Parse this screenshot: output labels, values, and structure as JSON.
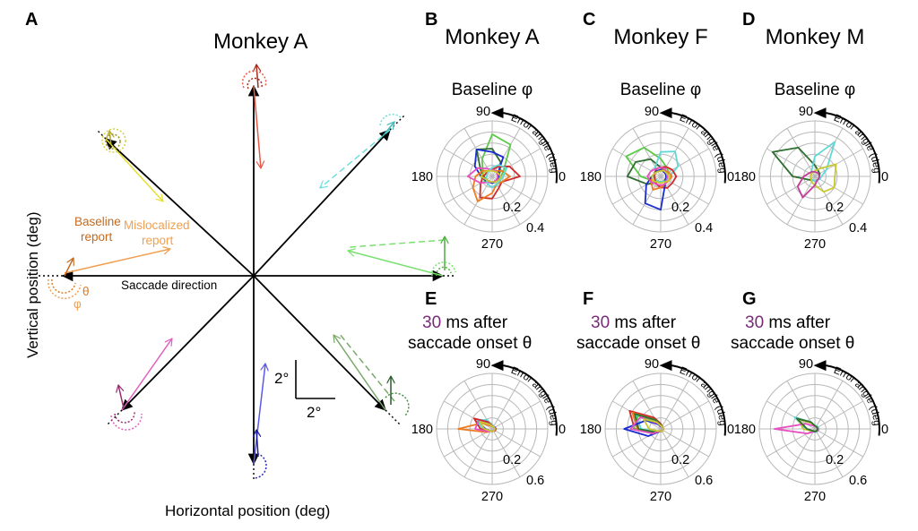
{
  "panel_labels": [
    "A",
    "B",
    "C",
    "D",
    "E",
    "F",
    "G"
  ],
  "panelA": {
    "title": "Monkey A",
    "xlabel": "Horizontal position (deg)",
    "ylabel": "Vertical position (deg)",
    "saccade_label": "Saccade direction",
    "baseline_label": [
      "Baseline",
      "report"
    ],
    "mislocalized_label": [
      "Mislocalized",
      "report"
    ],
    "theta": "θ",
    "phi": "φ",
    "scale_x": "2°",
    "scale_y": "2°",
    "colors": {
      "baseline": "#c46a1f",
      "mislocalized": "#f0a050",
      "theta": "#e07a20",
      "phi": "#f0a050"
    }
  },
  "polar": {
    "angle_ticks": [
      "90",
      "180",
      "270",
      "0"
    ],
    "error_label": "Error angle (deg)",
    "ring_count": 5,
    "spoke_deg_step": 30
  },
  "panels": [
    {
      "key": "B",
      "title": [
        "Monkey A",
        "Baseline φ"
      ],
      "rlabels": [
        "0.2",
        "0.4"
      ]
    },
    {
      "key": "C",
      "title": [
        "Monkey F",
        "Baseline φ"
      ],
      "rlabels": [
        "0.2",
        "0.4"
      ]
    },
    {
      "key": "D",
      "title": [
        "Monkey M",
        "Baseline φ"
      ],
      "rlabels": [
        "0.2",
        "0.4"
      ]
    },
    {
      "key": "E",
      "title_num": "30",
      "title": [
        " ms after",
        "saccade onset θ"
      ],
      "rlabels": [
        "0.2",
        "0.6"
      ]
    },
    {
      "key": "F",
      "title_num": "30",
      "title": [
        " ms after",
        "saccade onset θ"
      ],
      "rlabels": [
        "0.2",
        "0.6"
      ]
    },
    {
      "key": "G",
      "title_num": "30",
      "title": [
        " ms after",
        "saccade onset θ"
      ],
      "rlabels": [
        "0.2",
        "0.6"
      ]
    }
  ],
  "chart_data": [
    {
      "type": "polar-histogram",
      "panel": "B",
      "rmax": 0.5,
      "series": [
        {
          "color": "#5cc84a",
          "values": [
            0.08,
            0.12,
            0.33,
            0.38,
            0.18,
            0.1,
            0.08,
            0.08,
            0.06,
            0.06,
            0.06,
            0.06
          ]
        },
        {
          "color": "#2f6e2f",
          "values": [
            0.06,
            0.08,
            0.15,
            0.25,
            0.28,
            0.12,
            0.08,
            0.06,
            0.05,
            0.06,
            0.05,
            0.05
          ]
        },
        {
          "color": "#1a2bd0",
          "values": [
            0.06,
            0.06,
            0.2,
            0.22,
            0.28,
            0.18,
            0.1,
            0.07,
            0.06,
            0.06,
            0.06,
            0.05
          ]
        },
        {
          "color": "#d02a2a",
          "values": [
            0.25,
            0.18,
            0.1,
            0.06,
            0.06,
            0.06,
            0.08,
            0.12,
            0.22,
            0.2,
            0.12,
            0.1
          ]
        },
        {
          "color": "#f07a20",
          "values": [
            0.16,
            0.1,
            0.06,
            0.06,
            0.06,
            0.1,
            0.15,
            0.2,
            0.26,
            0.15,
            0.08,
            0.1
          ]
        },
        {
          "color": "#e84fc0",
          "values": [
            0.05,
            0.05,
            0.06,
            0.06,
            0.08,
            0.15,
            0.22,
            0.12,
            0.06,
            0.05,
            0.05,
            0.05
          ]
        },
        {
          "color": "#5fd8d8",
          "values": [
            0.1,
            0.15,
            0.12,
            0.08,
            0.06,
            0.05,
            0.05,
            0.06,
            0.08,
            0.1,
            0.08,
            0.08
          ]
        },
        {
          "color": "#c8c830",
          "values": [
            0.08,
            0.06,
            0.05,
            0.05,
            0.06,
            0.08,
            0.1,
            0.06,
            0.05,
            0.05,
            0.06,
            0.07
          ]
        }
      ]
    },
    {
      "type": "polar-histogram",
      "panel": "C",
      "rmax": 0.5,
      "series": [
        {
          "color": "#5cc84a",
          "values": [
            0.06,
            0.08,
            0.1,
            0.16,
            0.3,
            0.36,
            0.18,
            0.08,
            0.05,
            0.05,
            0.05,
            0.05
          ]
        },
        {
          "color": "#2f6e2f",
          "values": [
            0.05,
            0.05,
            0.06,
            0.08,
            0.18,
            0.26,
            0.3,
            0.14,
            0.06,
            0.05,
            0.05,
            0.05
          ]
        },
        {
          "color": "#5fd8d8",
          "values": [
            0.08,
            0.18,
            0.26,
            0.22,
            0.1,
            0.06,
            0.05,
            0.05,
            0.05,
            0.05,
            0.05,
            0.06
          ]
        },
        {
          "color": "#d02a2a",
          "values": [
            0.14,
            0.12,
            0.1,
            0.08,
            0.08,
            0.06,
            0.06,
            0.06,
            0.08,
            0.1,
            0.12,
            0.12
          ]
        },
        {
          "color": "#f07a20",
          "values": [
            0.1,
            0.08,
            0.06,
            0.06,
            0.06,
            0.06,
            0.08,
            0.1,
            0.14,
            0.1,
            0.08,
            0.08
          ]
        },
        {
          "color": "#1a2bd0",
          "values": [
            0.05,
            0.05,
            0.05,
            0.06,
            0.06,
            0.06,
            0.08,
            0.15,
            0.28,
            0.3,
            0.08,
            0.05
          ]
        },
        {
          "color": "#e84fc0",
          "values": [
            0.06,
            0.06,
            0.08,
            0.08,
            0.08,
            0.1,
            0.12,
            0.1,
            0.08,
            0.08,
            0.08,
            0.06
          ]
        },
        {
          "color": "#c8c830",
          "values": [
            0.08,
            0.06,
            0.06,
            0.05,
            0.05,
            0.06,
            0.08,
            0.08,
            0.06,
            0.06,
            0.06,
            0.08
          ]
        }
      ]
    },
    {
      "type": "polar-histogram",
      "panel": "D",
      "rmax": 0.5,
      "series": [
        {
          "color": "#2f6e2f",
          "values": [
            0.04,
            0.05,
            0.06,
            0.1,
            0.3,
            0.44,
            0.2,
            0.06,
            0.04,
            0.04,
            0.04,
            0.04
          ]
        },
        {
          "color": "#5fd8d8",
          "values": [
            0.06,
            0.12,
            0.36,
            0.18,
            0.06,
            0.04,
            0.04,
            0.04,
            0.04,
            0.04,
            0.04,
            0.05
          ]
        },
        {
          "color": "#c8c830",
          "values": [
            0.18,
            0.22,
            0.08,
            0.05,
            0.04,
            0.04,
            0.04,
            0.04,
            0.06,
            0.08,
            0.16,
            0.2
          ]
        },
        {
          "color": "#c83a9a",
          "values": [
            0.04,
            0.04,
            0.04,
            0.04,
            0.05,
            0.06,
            0.1,
            0.18,
            0.22,
            0.08,
            0.04,
            0.04
          ]
        }
      ]
    },
    {
      "type": "polar-histogram",
      "panel": "E",
      "rmax": 0.85,
      "series": [
        {
          "color": "#f07a20",
          "values": [
            0.06,
            0.04,
            0.04,
            0.04,
            0.05,
            0.18,
            0.52,
            0.1,
            0.04,
            0.04,
            0.04,
            0.05
          ]
        },
        {
          "color": "#5cc84a",
          "values": [
            0.06,
            0.05,
            0.04,
            0.05,
            0.1,
            0.26,
            0.12,
            0.05,
            0.04,
            0.04,
            0.04,
            0.05
          ]
        },
        {
          "color": "#1a2bd0",
          "values": [
            0.05,
            0.05,
            0.04,
            0.06,
            0.14,
            0.3,
            0.1,
            0.05,
            0.04,
            0.04,
            0.04,
            0.05
          ]
        },
        {
          "color": "#5fd8d8",
          "values": [
            0.04,
            0.04,
            0.05,
            0.06,
            0.16,
            0.28,
            0.14,
            0.05,
            0.04,
            0.04,
            0.04,
            0.04
          ]
        },
        {
          "color": "#d02a2a",
          "values": [
            0.05,
            0.04,
            0.04,
            0.05,
            0.12,
            0.32,
            0.18,
            0.06,
            0.04,
            0.04,
            0.04,
            0.05
          ]
        },
        {
          "color": "#e84fc0",
          "values": [
            0.04,
            0.04,
            0.04,
            0.05,
            0.08,
            0.24,
            0.26,
            0.08,
            0.04,
            0.04,
            0.04,
            0.04
          ]
        },
        {
          "color": "#c8c830",
          "values": [
            0.04,
            0.04,
            0.04,
            0.04,
            0.08,
            0.22,
            0.12,
            0.05,
            0.04,
            0.04,
            0.04,
            0.04
          ]
        }
      ]
    },
    {
      "type": "polar-histogram",
      "panel": "F",
      "rmax": 0.85,
      "series": [
        {
          "color": "#d02a2a",
          "values": [
            0.04,
            0.04,
            0.05,
            0.08,
            0.2,
            0.55,
            0.4,
            0.1,
            0.04,
            0.04,
            0.04,
            0.04
          ]
        },
        {
          "color": "#f07a20",
          "values": [
            0.04,
            0.04,
            0.05,
            0.06,
            0.16,
            0.5,
            0.36,
            0.1,
            0.04,
            0.04,
            0.04,
            0.04
          ]
        },
        {
          "color": "#5fd8d8",
          "values": [
            0.04,
            0.04,
            0.04,
            0.05,
            0.14,
            0.44,
            0.3,
            0.08,
            0.04,
            0.04,
            0.04,
            0.04
          ]
        },
        {
          "color": "#5cc84a",
          "values": [
            0.04,
            0.04,
            0.04,
            0.06,
            0.14,
            0.4,
            0.42,
            0.14,
            0.04,
            0.04,
            0.04,
            0.04
          ]
        },
        {
          "color": "#2f6e2f",
          "values": [
            0.04,
            0.04,
            0.04,
            0.06,
            0.16,
            0.46,
            0.34,
            0.1,
            0.04,
            0.04,
            0.04,
            0.04
          ]
        },
        {
          "color": "#1a2bd0",
          "values": [
            0.04,
            0.04,
            0.04,
            0.04,
            0.08,
            0.26,
            0.56,
            0.22,
            0.05,
            0.04,
            0.04,
            0.04
          ]
        },
        {
          "color": "#e84fc0",
          "values": [
            0.04,
            0.04,
            0.04,
            0.05,
            0.1,
            0.36,
            0.46,
            0.14,
            0.04,
            0.04,
            0.04,
            0.04
          ]
        },
        {
          "color": "#c8c830",
          "values": [
            0.04,
            0.04,
            0.04,
            0.05,
            0.12,
            0.3,
            0.18,
            0.06,
            0.04,
            0.04,
            0.04,
            0.04
          ]
        }
      ]
    },
    {
      "type": "polar-histogram",
      "panel": "G",
      "rmax": 0.85,
      "series": [
        {
          "color": "#5fd8d8",
          "values": [
            0.06,
            0.06,
            0.05,
            0.05,
            0.12,
            0.36,
            0.14,
            0.06,
            0.05,
            0.05,
            0.05,
            0.06
          ]
        },
        {
          "color": "#c8c830",
          "values": [
            0.05,
            0.04,
            0.04,
            0.05,
            0.1,
            0.3,
            0.18,
            0.06,
            0.04,
            0.04,
            0.04,
            0.05
          ]
        },
        {
          "color": "#e84fc0",
          "values": [
            0.05,
            0.04,
            0.04,
            0.04,
            0.06,
            0.16,
            0.62,
            0.14,
            0.05,
            0.04,
            0.04,
            0.05
          ]
        },
        {
          "color": "#2f6e2f",
          "values": [
            0.04,
            0.04,
            0.04,
            0.05,
            0.12,
            0.32,
            0.12,
            0.05,
            0.04,
            0.04,
            0.04,
            0.04
          ]
        }
      ]
    }
  ]
}
